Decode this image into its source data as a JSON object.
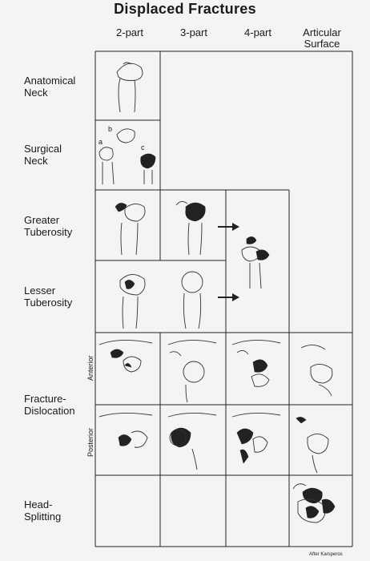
{
  "title": "Displaced Fractures",
  "columns": {
    "two_part": "2-part",
    "three_part": "3-part",
    "four_part": "4-part",
    "articular_1": "Articular",
    "articular_2": "Surface"
  },
  "rows": {
    "anatomical_1": "Anatomical",
    "anatomical_2": "Neck",
    "surgical_1": "Surgical",
    "surgical_2": "Neck",
    "greater_1": "Greater",
    "greater_2": "Tuberosity",
    "lesser_1": "Lesser",
    "lesser_2": "Tuberosity",
    "dislocation_1": "Fracture-",
    "dislocation_2": "Dislocation",
    "head_1": "Head-",
    "head_2": "Splitting"
  },
  "sub_labels": {
    "anterior": "Anterior",
    "posterior": "Posterior",
    "a": "a",
    "b": "b",
    "c": "c"
  },
  "credit": "After Karsperos"
}
